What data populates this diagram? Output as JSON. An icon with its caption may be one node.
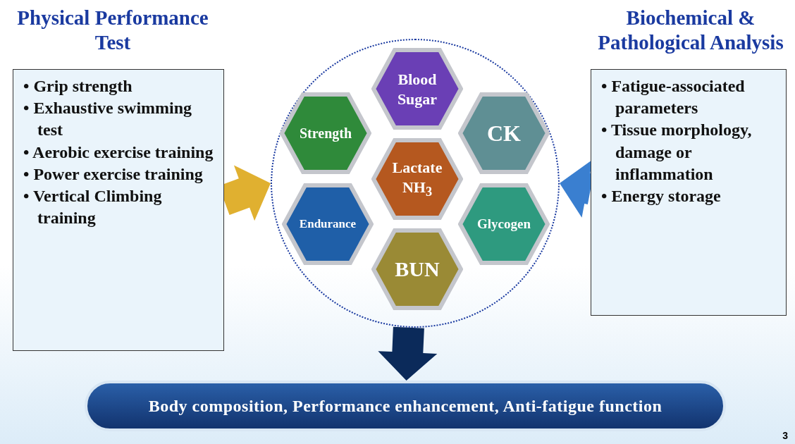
{
  "diagram": {
    "nodes": [
      {
        "text": [
          "Physical Performance Test",
          "• Grip strength",
          "• Exhaustive swimming test",
          "• Aerobic exercise training",
          "• Power exercise training",
          "• Vertical Climbing training"
        ]
      },
      {
        "text": [],
        "shape": "circle"
      },
      {
        "text": [
          "Blood Sugar"
        ],
        "in": 1
      },
      {
        "text": [
          "Strength"
        ],
        "in": 1
      },
      {
        "text": [
          "CK"
        ],
        "in": 1
      },
      {
        "text": [
          "Lactate NH$_{3}$"
        ],
        "in": 1
      },
      {
        "text": [
          "Endurance"
        ],
        "in": 1
      },
      {
        "text": [
          "Glycogen"
        ],
        "in": 1
      },
      {
        "text": [
          "BUN"
        ],
        "in": 1
      },
      {
        "text": [
          "Biochemical & Pathological Analysis",
          "• Fatigue-associated parameters",
          "• Tissue morphology, damage or inflammation",
          "• Energy storage"
        ]
      },
      {
        "text": [
          "Body composition, Performance enhancement, Anti-fatigue function"
        ]
      }
    ],
    "edges": [
      {
        "from": 0,
        "to": 1,
        "arrow": "to",
        "style": "thick",
        "color": "#e0b030"
      },
      {
        "from": 9,
        "to": 1,
        "arrow": "to",
        "style": "thick",
        "color": "#3a7fd0"
      },
      {
        "from": 1,
        "to": 10,
        "arrow": "to",
        "style": "thick",
        "color": "#0b2a5a"
      }
    ],
    "labels": [
      "3"
    ]
  }
}
